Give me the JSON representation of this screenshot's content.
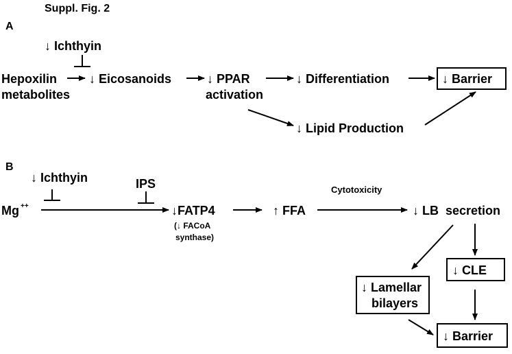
{
  "figure_label": "Suppl. Fig. 2",
  "panel_a": {
    "label": "A",
    "nodes": {
      "ichthyin": "↓ Ichthyin",
      "hepoxilin_line1": "Hepoxilin",
      "hepoxilin_line2": "metabolites",
      "eicosanoids": "↓ Eicosanoids",
      "ppar_line1": "↓ PPAR",
      "ppar_line2": "activation",
      "differentiation": "↓ Differentiation",
      "barrier": "↓ Barrier",
      "lipid_production": "↓ Lipid Production"
    }
  },
  "panel_b": {
    "label": "B",
    "nodes": {
      "ichthyin": "↓ Ichthyin",
      "ips": "IPS",
      "mg": "Mg",
      "mg_charge": "++",
      "fatp4": "↓FATP4",
      "facoa_line1": "(↓ FACoA",
      "facoa_line2": "synthase)",
      "ffa": "↑ FFA",
      "cytotoxicity": "Cytotoxicity",
      "lb_secretion": "↓ LB  secretion",
      "cle": "↓ CLE",
      "lamellar_line1": "↓ Lamellar",
      "lamellar_line2": "bilayers",
      "barrier": "↓ Barrier"
    }
  }
}
